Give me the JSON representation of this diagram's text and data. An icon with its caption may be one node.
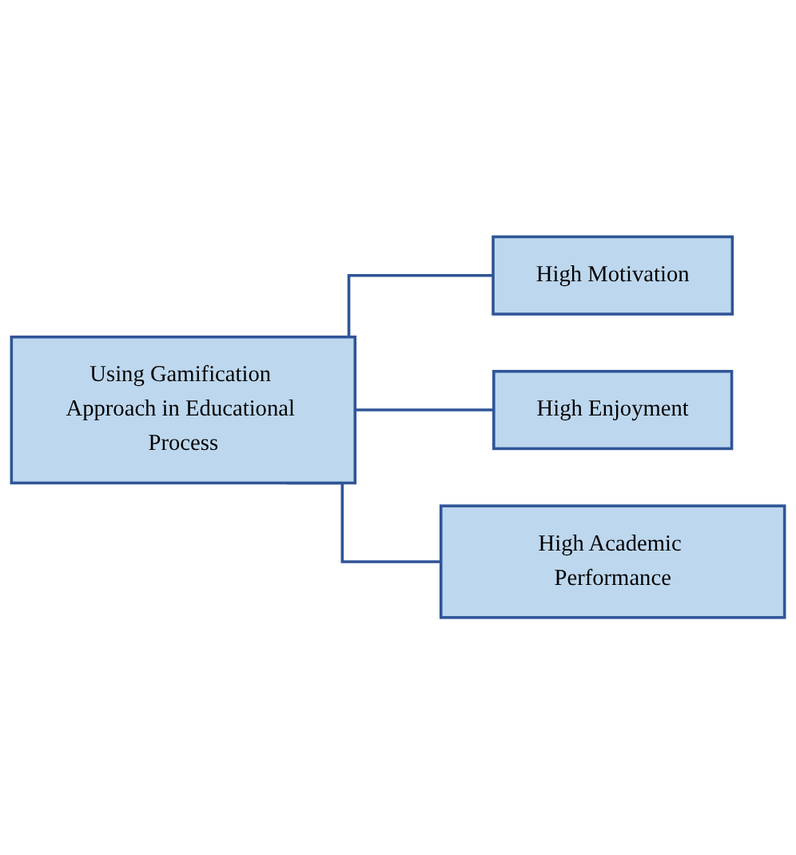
{
  "diagram": {
    "nodes": [
      {
        "text": [
          "Using Gamification Approach in Educational Process"
        ]
      },
      {
        "text": [
          "High Motivation"
        ]
      },
      {
        "text": [
          "High Enjoyment"
        ]
      },
      {
        "text": [
          "High Academic Performance"
        ]
      }
    ],
    "edges": [
      {
        "from": 0,
        "to": 1,
        "arrow": "none"
      },
      {
        "from": 0,
        "to": 2,
        "arrow": "none"
      },
      {
        "from": 0,
        "to": 3,
        "arrow": "none"
      }
    ]
  }
}
